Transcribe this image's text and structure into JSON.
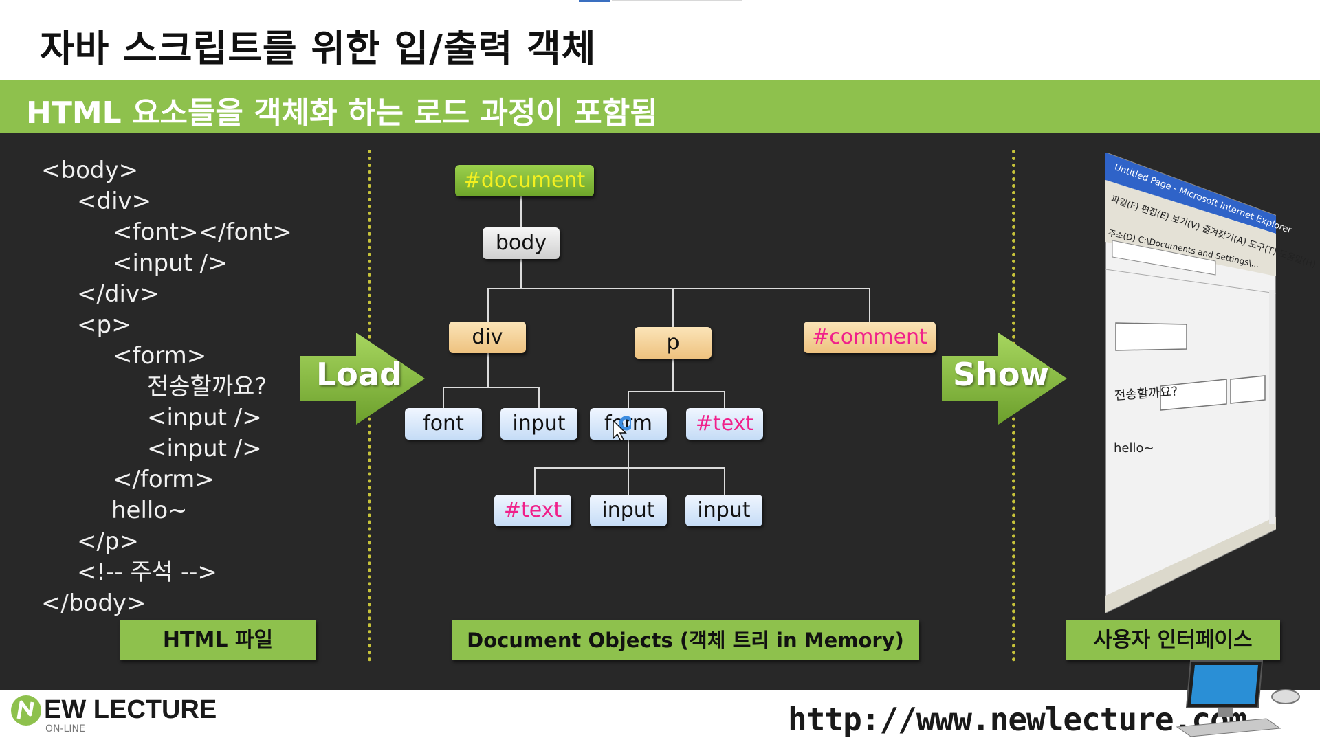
{
  "slide": {
    "title": "자바 스크립트를 위한 입/출력 객체",
    "subtitle": "HTML 요소들을 객체화 하는 로드 과정이 포함됨"
  },
  "code_lines": [
    "<body>",
    "<div>",
    "<font></font>",
    "<input />",
    "</div>",
    "<p>",
    "<form>",
    "전송할까요?",
    "<input />",
    "<input />",
    "</form>",
    "hello~",
    "</p>",
    "<!-- 주석 -->",
    "</body>"
  ],
  "tree": {
    "document": "#document",
    "body": "body",
    "div": "div",
    "p": "p",
    "comment": "#comment",
    "font": "font",
    "input1": "input",
    "form": "form",
    "text1": "#text",
    "text2": "#text",
    "input2": "input",
    "input3": "input"
  },
  "arrows": {
    "load": "Load",
    "show": "Show"
  },
  "labels": {
    "html_file": "HTML 파일",
    "document_objects": "Document Objects (객체 트리 in Memory)",
    "ui": "사용자 인터페이스"
  },
  "browser": {
    "title": "Untitled Page - Microsoft Internet Explorer",
    "menu": [
      "파일(F)",
      "편집(E)",
      "보기(V)",
      "즐겨찾기(A)",
      "도구(T)",
      "도움말(H)"
    ],
    "address_label": "주소(D)",
    "address": "C:\\Documents and Settings\\...",
    "form_text": "전송할까요?",
    "body_text": "hello~"
  },
  "footer": {
    "logo_main": "EW LECTURE",
    "logo_sub": "ON-LINE",
    "url": "http://www.newlecture.com"
  },
  "colors": {
    "accent_green": "#8ec14d",
    "stage_bg": "#282828",
    "text_node_pink": "#f0208a",
    "document_text": "#f3f020"
  }
}
